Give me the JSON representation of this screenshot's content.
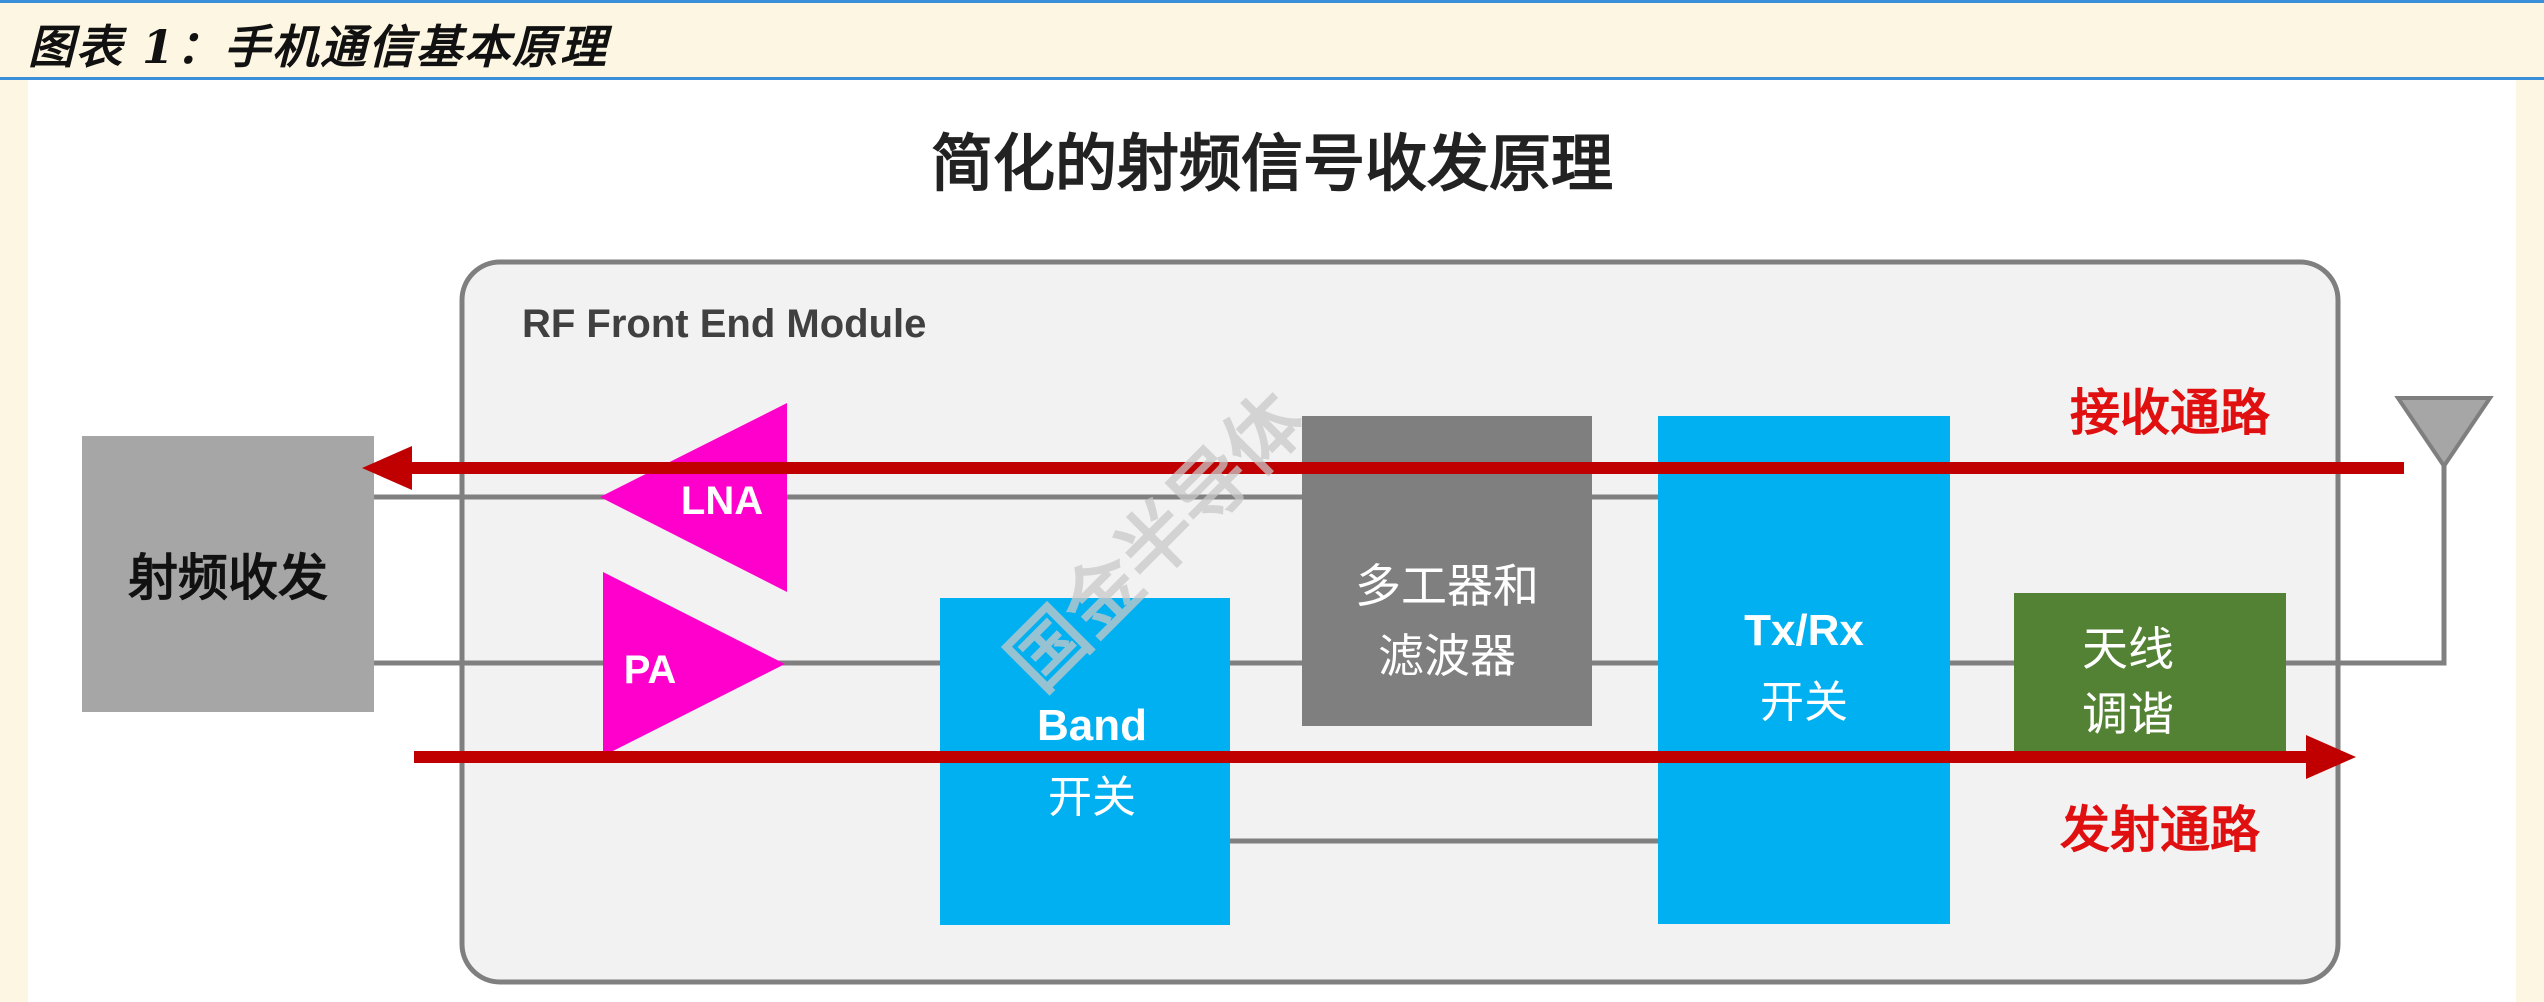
{
  "header": {
    "title": "图表 1：手机通信基本原理"
  },
  "diagram": {
    "title": "简化的射频信号收发原理",
    "module_label": "RF Front End Module",
    "transceiver": "射频收发",
    "lna": "LNA",
    "pa": "PA",
    "band_switch": [
      "Band",
      "开关"
    ],
    "multiplexer": [
      "多工器和",
      "滤波器"
    ],
    "txrx_switch": [
      "Tx/Rx",
      "开关"
    ],
    "antenna_tuner": [
      "天线",
      "调谐"
    ],
    "rx_path": "接收通路",
    "tx_path": "发射通路",
    "watermark": "国金半导体"
  },
  "colors": {
    "gray_block": "#a6a6a6",
    "dark_gray_block": "#7f7f7f",
    "blue_block": "#00b0f0",
    "magenta": "#ff00cc",
    "green_block": "#548235",
    "red_arrow": "#c00000",
    "red_text": "#e01010"
  }
}
